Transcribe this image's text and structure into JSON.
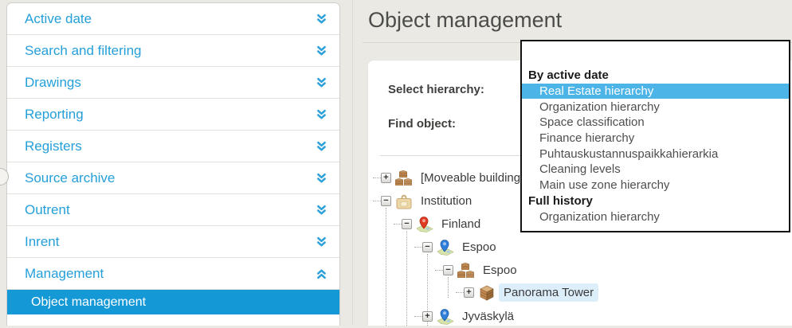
{
  "sidebar": {
    "items": [
      {
        "label": "Active date",
        "state": "collapsed"
      },
      {
        "label": "Search and filtering",
        "state": "collapsed"
      },
      {
        "label": "Drawings",
        "state": "collapsed"
      },
      {
        "label": "Reporting",
        "state": "collapsed"
      },
      {
        "label": "Registers",
        "state": "collapsed"
      },
      {
        "label": "Source archive",
        "state": "collapsed"
      },
      {
        "label": "Outrent",
        "state": "collapsed"
      },
      {
        "label": "Inrent",
        "state": "collapsed"
      },
      {
        "label": "Management",
        "state": "expanded"
      }
    ],
    "submenu": {
      "label": "Object management",
      "selected": true
    }
  },
  "main": {
    "title": "Object management",
    "select_hierarchy_label": "Select hierarchy:",
    "find_object_label": "Find object:"
  },
  "dropdown": {
    "rows": [
      {
        "text": "",
        "type": "blank"
      },
      {
        "text": "By active date",
        "type": "group"
      },
      {
        "text": "Real Estate hierarchy",
        "type": "option",
        "selected": true
      },
      {
        "text": "Organization hierarchy",
        "type": "option"
      },
      {
        "text": "Space classification",
        "type": "option"
      },
      {
        "text": "Finance hierarchy",
        "type": "option"
      },
      {
        "text": "Puhtauskustannuspaikkahierarkia",
        "type": "option"
      },
      {
        "text": "Cleaning levels",
        "type": "option"
      },
      {
        "text": "Main use zone hierarchy",
        "type": "option"
      },
      {
        "text": "Full history",
        "type": "group"
      },
      {
        "text": "Organization hierarchy",
        "type": "option"
      }
    ],
    "selected_option": "Real Estate hierarchy"
  },
  "tree": {
    "nodes": [
      {
        "label": "[Moveable buildings]",
        "icon": "boxes-icon",
        "state": "collapsed",
        "level": 0
      },
      {
        "label": "Institution",
        "icon": "briefcase-icon",
        "state": "expanded",
        "level": 0
      },
      {
        "label": "Finland",
        "icon": "map-pin-red-icon",
        "state": "expanded",
        "level": 1
      },
      {
        "label": "Espoo",
        "icon": "map-pin-blue-icon",
        "state": "expanded",
        "level": 2
      },
      {
        "label": "Espoo",
        "icon": "boxes-icon",
        "state": "expanded",
        "level": 3
      },
      {
        "label": "Panorama Tower",
        "icon": "box-icon",
        "state": "collapsed",
        "level": 4,
        "selected": true
      },
      {
        "label": "Jyväskylä",
        "icon": "map-pin-blue-icon",
        "state": "collapsed",
        "level": 2
      }
    ]
  },
  "glyphs": {
    "plus": "+",
    "minus": "−"
  },
  "colors": {
    "sidebar_link_blue": "#249fd9",
    "sidebar_selected_blue": "#1598d6",
    "dropdown_selected_blue": "#4db4e7",
    "tree_selection_bg": "#ddeefb",
    "page_background": "#eae9e4"
  }
}
